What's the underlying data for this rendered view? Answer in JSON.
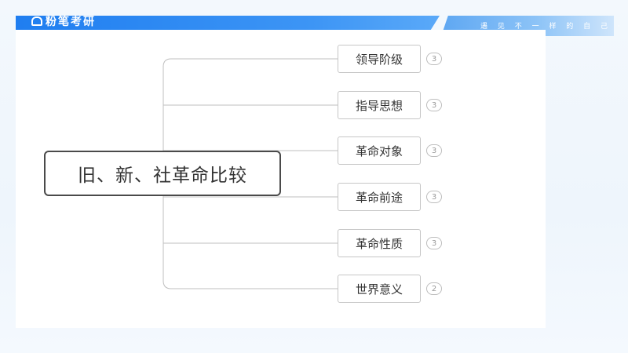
{
  "header": {
    "brand": "粉笔考研",
    "slogan": "遇 见 不 一 样 的 自 己 ·"
  },
  "mindmap": {
    "root": "旧、新、社革命比较",
    "branches": [
      {
        "label": "领导阶级",
        "count": "3"
      },
      {
        "label": "指导思想",
        "count": "3"
      },
      {
        "label": "革命对象",
        "count": "3"
      },
      {
        "label": "革命前途",
        "count": "3"
      },
      {
        "label": "革命性质",
        "count": "3"
      },
      {
        "label": "世界意义",
        "count": "2"
      }
    ]
  },
  "colors": {
    "header_blue": "#1f7ef0",
    "connector": "#bfbfbf",
    "root_border": "#4a4a4a",
    "node_border": "#c6c6c6"
  }
}
